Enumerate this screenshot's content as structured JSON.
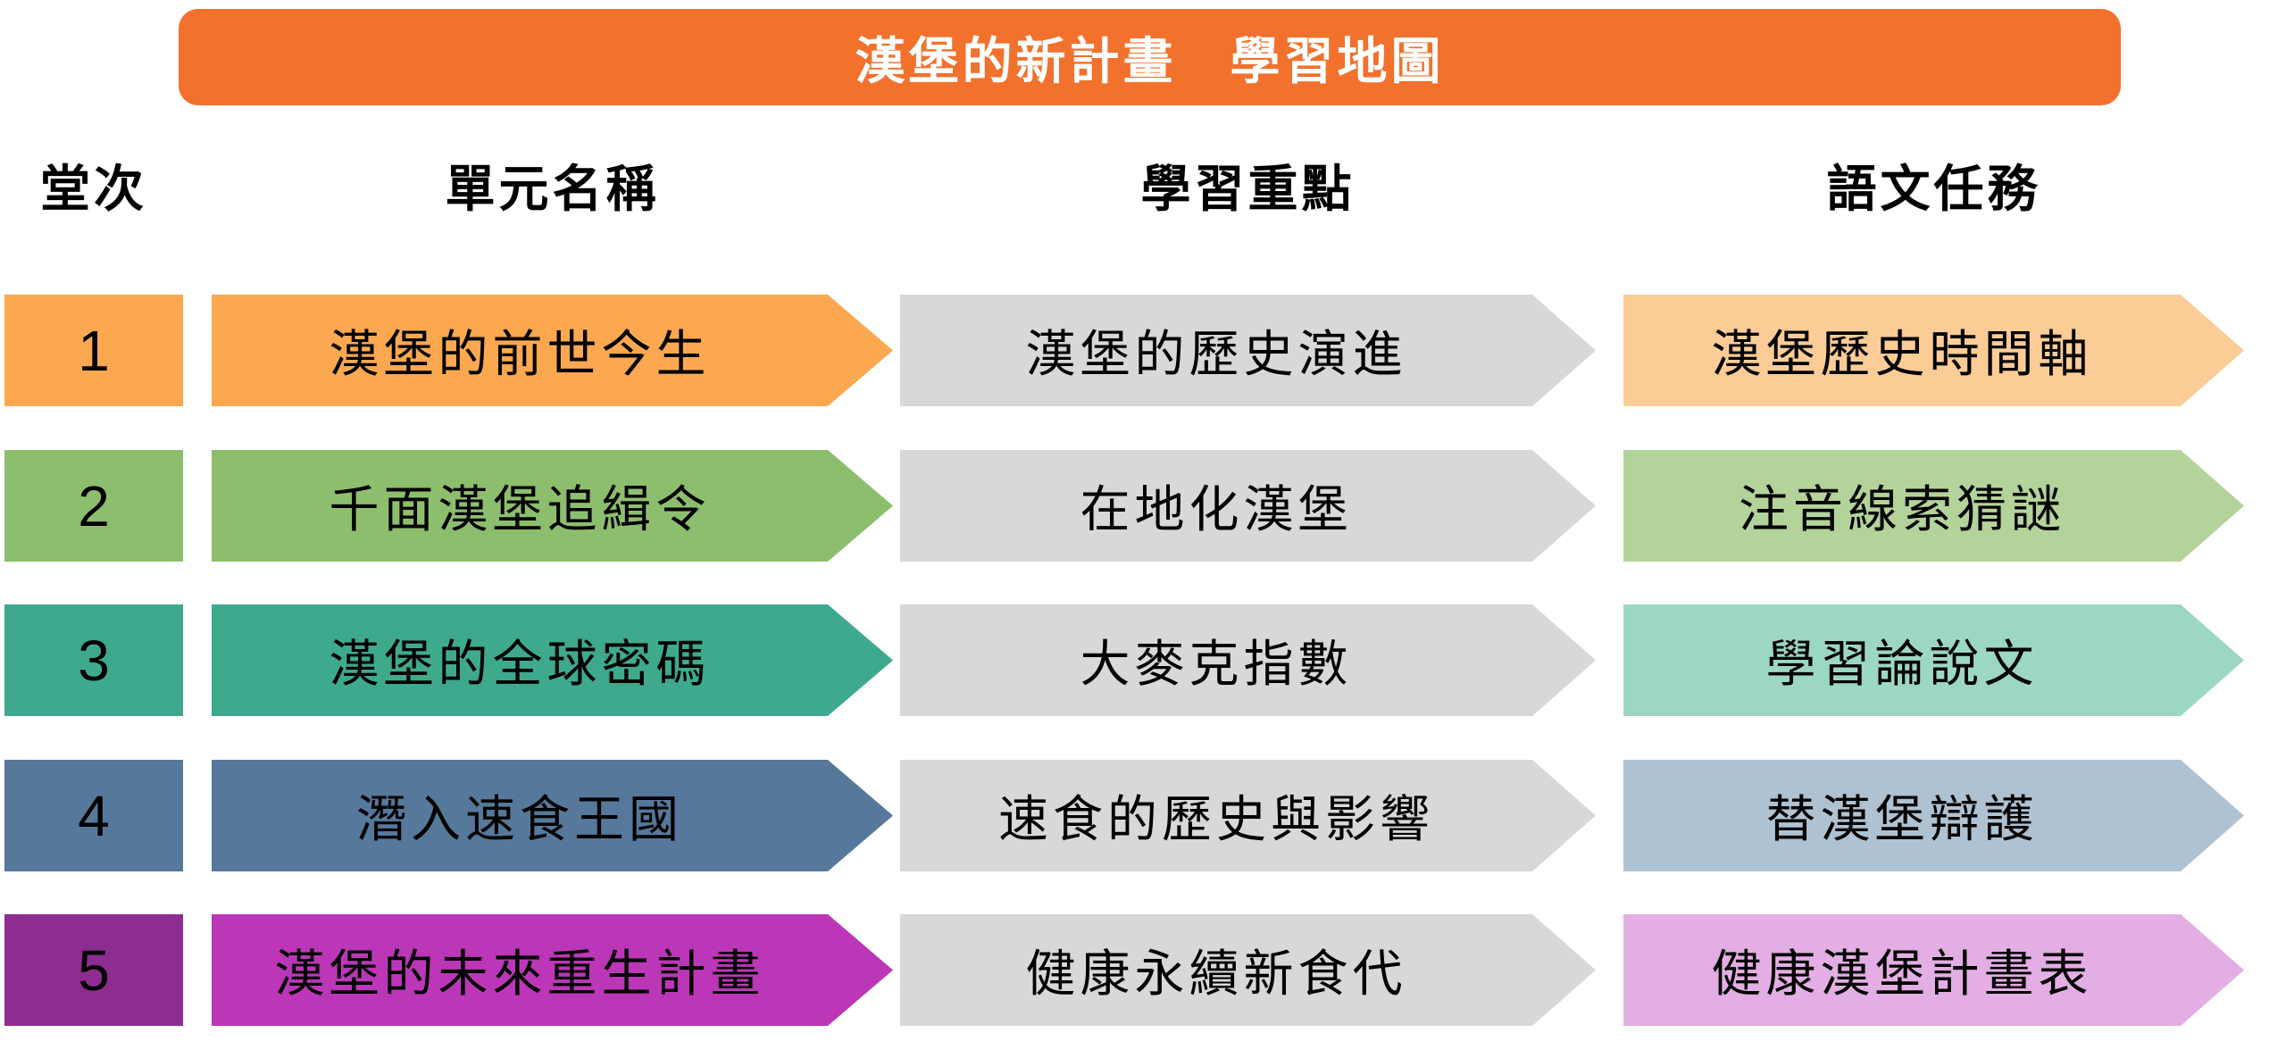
{
  "title": {
    "text": "漢堡的新計畫　學習地圖"
  },
  "colors": {
    "banner": "#F2712D",
    "banner_text": "#FFFFFF",
    "focus_arrow": "#D8D8D8",
    "text": "#000000"
  },
  "columns": {
    "session": "堂次",
    "unit": "單元名稱",
    "focus": "學習重點",
    "task": "語文任務"
  },
  "rows": [
    {
      "session": "1",
      "unit": "漢堡的前世今生",
      "focus": "漢堡的歷史演進",
      "task": "漢堡歷史時間軸",
      "colors": {
        "num": "#FBA851",
        "unit": "#FBA851",
        "task": "#FCCC97"
      }
    },
    {
      "session": "2",
      "unit": "千面漢堡追緝令",
      "focus": "在地化漢堡",
      "task": "注音線索猜謎",
      "colors": {
        "num": "#8DBE6E",
        "unit": "#8DBE6E",
        "task": "#B3D39B"
      }
    },
    {
      "session": "3",
      "unit": "漢堡的全球密碼",
      "focus": "大麥克指數",
      "task": "學習論說文",
      "colors": {
        "num": "#3EA98D",
        "unit": "#3EA98D",
        "task": "#9CD7C5"
      }
    },
    {
      "session": "4",
      "unit": "潛入速食王國",
      "focus": "速食的歷史與影響",
      "task": "替漢堡辯護",
      "colors": {
        "num": "#56789B",
        "unit": "#56789B",
        "task": "#AFC2D1"
      }
    },
    {
      "session": "5",
      "unit": "漢堡的未來重生計畫",
      "focus": "健康永續新食代",
      "task": "健康漢堡計畫表",
      "colors": {
        "num": "#8E2D90",
        "unit": "#BB37B7",
        "task": "#E3AEE3"
      }
    }
  ]
}
